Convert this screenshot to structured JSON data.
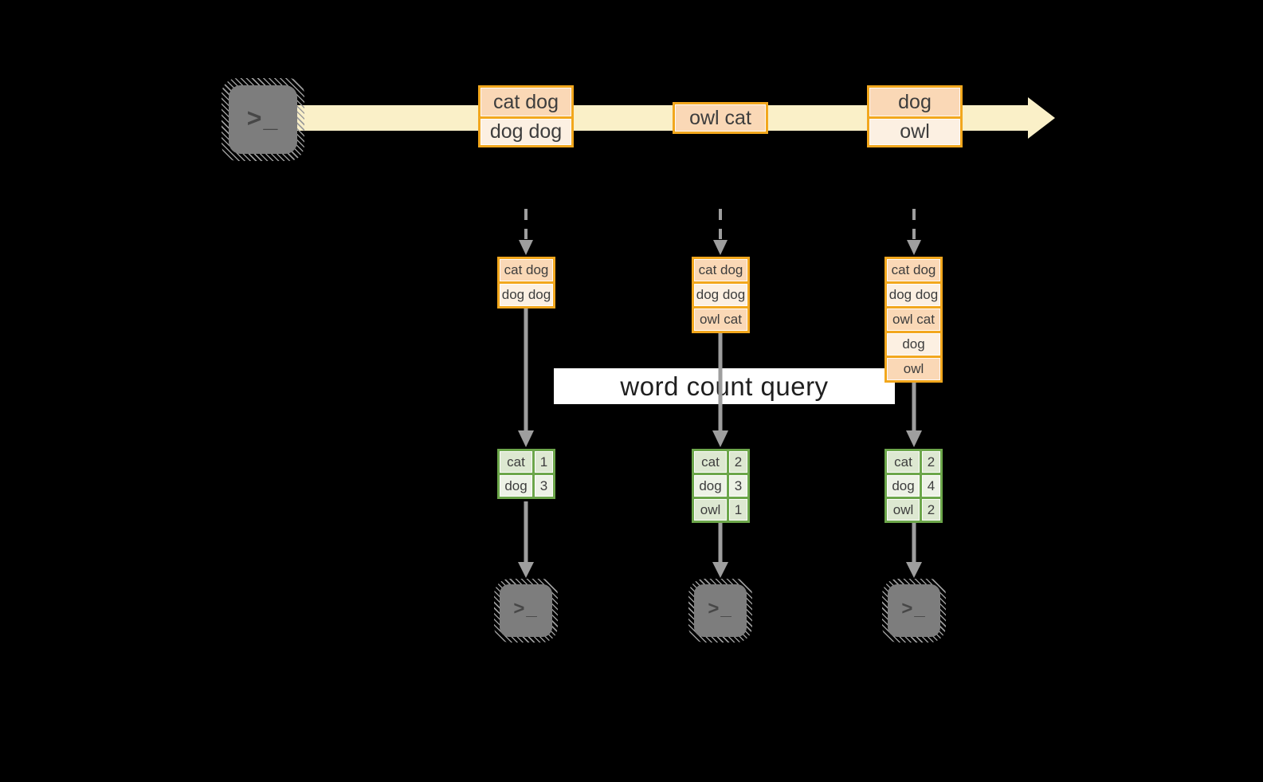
{
  "query_label": "word count query",
  "terminal_glyph": ">_",
  "stream": {
    "records": [
      {
        "lines": [
          "cat dog",
          "dog dog"
        ]
      },
      {
        "lines": [
          "owl cat"
        ]
      },
      {
        "lines": [
          "dog",
          "owl"
        ]
      }
    ]
  },
  "columns": [
    {
      "stack": [
        "cat dog",
        "dog dog"
      ],
      "counts": [
        [
          "cat",
          "1"
        ],
        [
          "dog",
          "3"
        ]
      ]
    },
    {
      "stack": [
        "cat dog",
        "dog dog",
        "owl cat"
      ],
      "counts": [
        [
          "cat",
          "2"
        ],
        [
          "dog",
          "3"
        ],
        [
          "owl",
          "1"
        ]
      ]
    },
    {
      "stack": [
        "cat dog",
        "dog dog",
        "owl cat",
        "dog",
        "owl"
      ],
      "counts": [
        [
          "cat",
          "2"
        ],
        [
          "dog",
          "4"
        ],
        [
          "owl",
          "2"
        ]
      ]
    }
  ],
  "colors": {
    "amber": "#F2A71D",
    "peach": "#FAD8B6",
    "cream": "#FCF0E2",
    "band": "#FAF0C8",
    "green": "#6CA64A",
    "sage": "#DDE8D1",
    "sageLight": "#EDF2E6",
    "gray": "#9E9E9E",
    "iconGray": "#7D7D7D",
    "glyphGray": "#474747",
    "labelBg": "#FFFFFF",
    "text": "#3D3D3D"
  }
}
